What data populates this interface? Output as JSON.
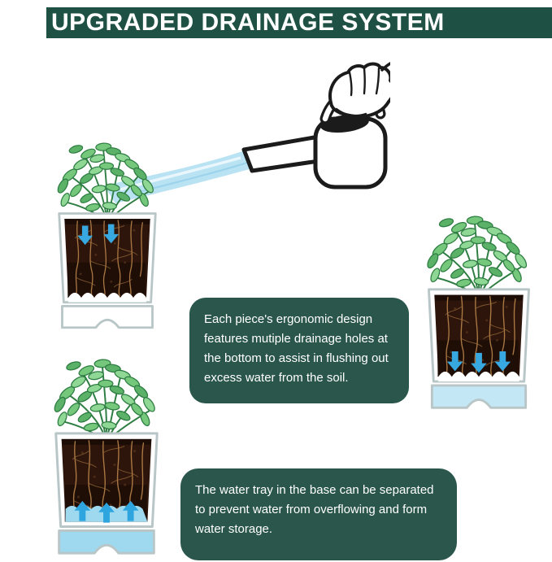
{
  "header": {
    "title": "UPGRADED DRAINAGE SYSTEM"
  },
  "callouts": [
    {
      "id": "drainage-holes",
      "text": "Each piece's ergonomic design features mutiple drainage holes at the bottom to assist in flushing out excess water from the soil."
    },
    {
      "id": "water-tray",
      "text": "The water tray in the base can be separated to prevent water from overflowing and form water storage."
    }
  ],
  "illustrations": {
    "watering_scene": "hand pouring water from a watering can onto a potted plant",
    "planter_top_drainage": "planter cross-section with water soaking down into the soil",
    "planter_bottom_drainage": "planter cross-section with drainage holes flushing excess water into the base tray",
    "planter_water_storage": "planter cross-section with separated water tray storing water in the base"
  },
  "colors": {
    "banner_bg": "#1e5044",
    "callout_bg": "#2a564b",
    "text_on_dark": "#ffffff",
    "arrow_blue": "#38a8e0",
    "water_blue": "#b9e2f3",
    "leaf_green": "#74c77b",
    "soil_brown": "#2d150b"
  }
}
